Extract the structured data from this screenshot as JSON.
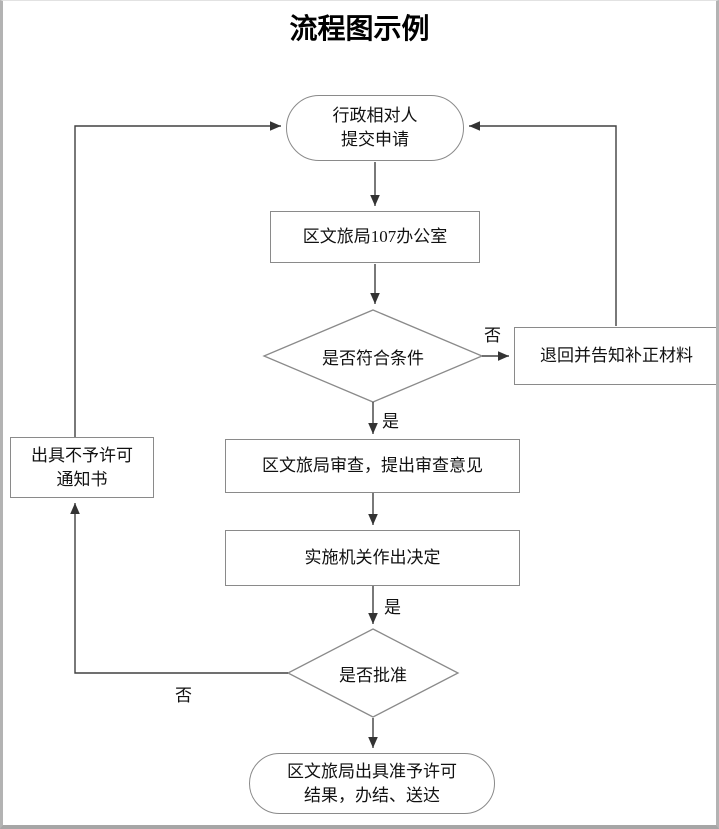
{
  "page": {
    "title": "流程图示例"
  },
  "nodes": {
    "start": {
      "line1": "行政相对人",
      "line2": "提交申请"
    },
    "office": {
      "text": "区文旅局107办公室"
    },
    "check_conditions": {
      "text": "是否符合条件"
    },
    "return_materials": {
      "text": "退回并告知补正材料"
    },
    "review": {
      "text": "区文旅局审查，提出审查意见"
    },
    "decision": {
      "text": "实施机关作出决定"
    },
    "approve": {
      "text": "是否批准"
    },
    "deny_notice": {
      "line1": "出具不予许可",
      "line2": "通知书"
    },
    "end": {
      "line1": "区文旅局出具准予许可",
      "line2": "结果，办结、送达"
    }
  },
  "labels": {
    "no_conditions": "否",
    "yes_conditions": "是",
    "yes_decision": "是",
    "no_approve": "否"
  },
  "colors": {
    "line": "#404040",
    "shape_border": "#8a8a8a",
    "text": "#111111",
    "background": "#ffffff"
  }
}
